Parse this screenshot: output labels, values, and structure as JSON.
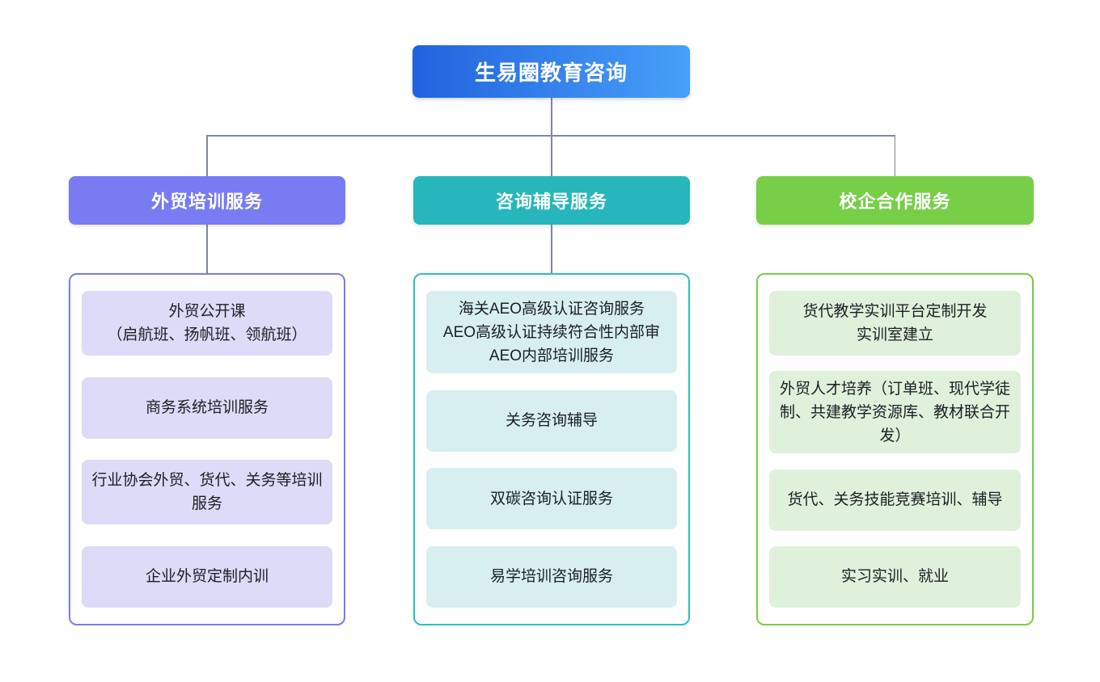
{
  "root": {
    "label": "生易圈教育咨询",
    "bg_from": "#2263de",
    "bg_to": "#47a0f8",
    "text_color": "#ffffff"
  },
  "connector_color": "#808896",
  "branches": [
    {
      "label": "外贸培训服务",
      "header_color": "#787bf2",
      "border_color": "#7b7af0",
      "item_bg": "#dddbf7",
      "items": [
        {
          "text": "外贸公开课\n（启航班、扬帆班、领航班）",
          "lines": 2
        },
        {
          "text": "商务系统培训服务",
          "lines": 1
        },
        {
          "text": "行业协会外贸、货代、关务等培训服务",
          "lines": 2
        },
        {
          "text": "企业外贸定制内训",
          "lines": 1
        }
      ]
    },
    {
      "label": "咨询辅导服务",
      "header_color": "#26b6bc",
      "border_color": "#2bbfc4",
      "item_bg": "#d8eff1",
      "items": [
        {
          "text": "海关AEO高级认证咨询服务\nAEO高级认证持续符合性内部审\nAEO内部培训服务",
          "lines": 3
        },
        {
          "text": "关务咨询辅导",
          "lines": 1
        },
        {
          "text": "双碳咨询认证服务",
          "lines": 1
        },
        {
          "text": "易学培训咨询服务",
          "lines": 1
        }
      ]
    },
    {
      "label": "校企合作服务",
      "header_color": "#77ce47",
      "border_color": "#77ce47",
      "item_bg": "#dff1db",
      "items": [
        {
          "text": "货代教学实训平台定制开发\n实训室建立",
          "lines": 2
        },
        {
          "text": "外贸人才培养（订单班、现代学徒制、共建教学资源库、教材联合开发）",
          "lines": 3
        },
        {
          "text": "货代、关务技能竞赛培训、辅导",
          "lines": 1
        },
        {
          "text": "实习实训、就业",
          "lines": 1
        }
      ]
    }
  ]
}
